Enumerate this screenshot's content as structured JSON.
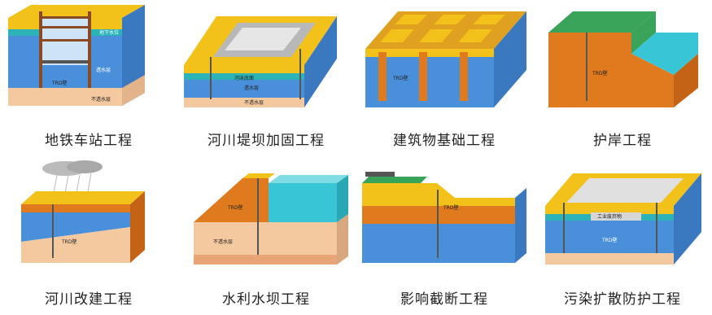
{
  "panels": [
    {
      "caption": "地铁车站工程",
      "labels": {
        "water_level": "地下水位",
        "permeable": "透水层",
        "trd_wall": "TRD壁",
        "impermeable": "不透水层"
      }
    },
    {
      "caption": "河川堤坝加固工程",
      "labels": {
        "riverbed": "河床底面",
        "permeable": "透水层",
        "impermeable": "不透水层"
      }
    },
    {
      "caption": "建筑物基础工程",
      "labels": {
        "trd_wall": "TRD壁"
      }
    },
    {
      "caption": "护岸工程",
      "labels": {
        "trd_wall": "TRD壁"
      }
    },
    {
      "caption": "河川改建工程",
      "labels": {
        "trd_wall": "TRD壁"
      }
    },
    {
      "caption": "水利水坝工程",
      "labels": {
        "trd_wall": "TRD壁",
        "impermeable": "不透水层"
      }
    },
    {
      "caption": "影响截断工程",
      "labels": {
        "trd_wall": "TRD壁"
      }
    },
    {
      "caption": "污染扩散防护工程",
      "labels": {
        "waste": "工业废弃物",
        "trd_wall": "TRD壁"
      }
    }
  ],
  "colors": {
    "yellow": "#f2c21b",
    "orange": "#e07a1f",
    "blue": "#4a8fd9",
    "teal": "#2bb3b8",
    "peach": "#f4c9a0",
    "green": "#3aa35a",
    "water": "#38c6d6",
    "grey": "#c9c9c9"
  }
}
